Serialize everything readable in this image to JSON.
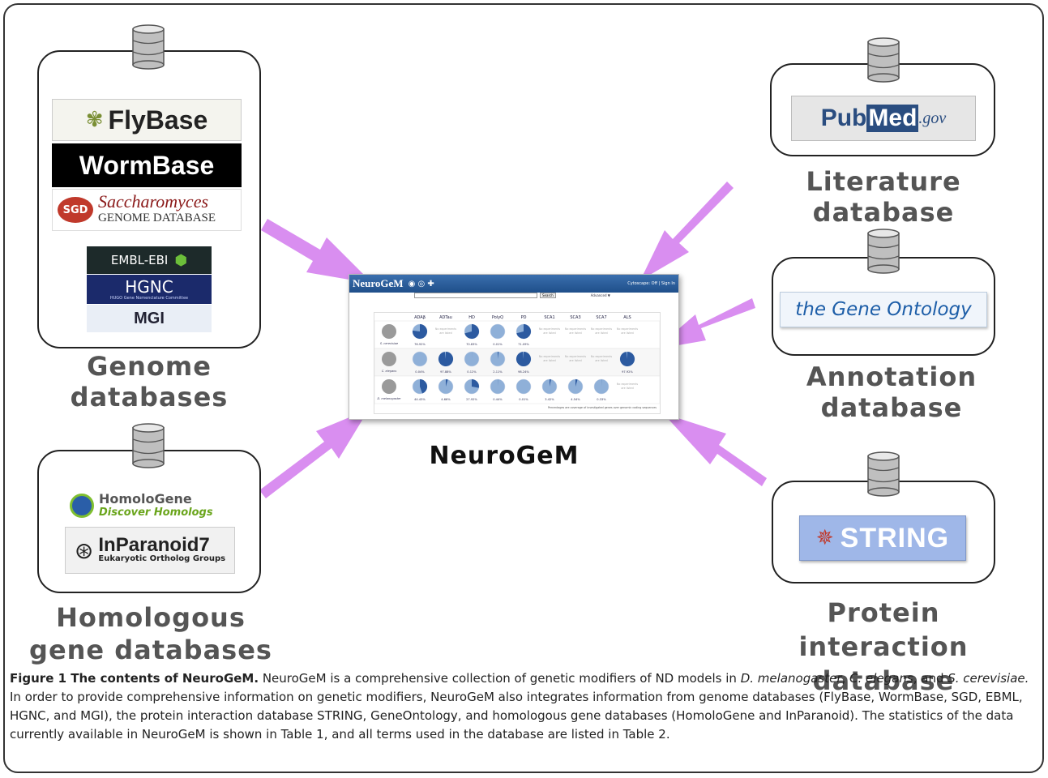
{
  "labels": {
    "genome": "Genome databases",
    "homologous": "Homologous gene databases",
    "literature": "Literature database",
    "annotation": "Annotation database",
    "protein": "Protein interaction database",
    "center": "NeuroGeM"
  },
  "logos": {
    "flybase": "FlyBase",
    "wormbase": "WormBase",
    "sgd_badge": "SGD",
    "sgd_title": "Saccharomyces",
    "sgd_sub": "GENOME DATABASE",
    "embl": "EMBL-EBI",
    "hgnc": "HGNC",
    "hgnc_sub": "HUGO Gene Nomenclature Committee",
    "mgi": "MGI",
    "homologene": "HomoloGene",
    "homologene_sub": "Discover Homologs",
    "inparanoid": "InParanoid7",
    "inparanoid_sub": "Eukaryotic Ortholog Groups",
    "pubmed_a": "Pub",
    "pubmed_b": "Med",
    "pubmed_c": ".gov",
    "geneontology": "the Gene Ontology",
    "string": "STRING"
  },
  "screenshot": {
    "brand": "NeuroGeM",
    "search_button": "Search",
    "advanced": "Advanced ▼",
    "cytoscape": "Cytoscape: Off | Sign In",
    "columns": [
      "ADAβ",
      "ADTau",
      "HD",
      "PolyQ",
      "PD",
      "SCA1",
      "SCA3",
      "SCA7",
      "ALS"
    ],
    "rows": [
      {
        "species": "S. cerevisiae",
        "cells": [
          "76.92%",
          "No experiments are listed",
          "70.83%",
          "0.01%",
          "71.09%",
          "No experiments are listed",
          "No experiments are listed",
          "No experiments are listed",
          "No experiments are listed"
        ]
      },
      {
        "species": "C. elegans",
        "cells": [
          "0.04%",
          "97.88%",
          "0.12%",
          "2.11%",
          "98.24%",
          "No experiments are listed",
          "No experiments are listed",
          "No experiments are listed",
          "97.92%"
        ]
      },
      {
        "species": "D. melanogaster",
        "cells": [
          "44.43%",
          "4.66%",
          "27.92%",
          "0.44%",
          "0.01%",
          "3.42%",
          "4.54%",
          "0.33%",
          "No experiments are listed"
        ]
      }
    ],
    "footnote": "Percentages are coverage of investigated genes over genomic coding sequences"
  },
  "caption": {
    "title": "Figure 1 The contents of NeuroGeM.",
    "body_1": " NeuroGeM is a comprehensive collection of genetic modifiers of ND models in ",
    "species_1": "D. melanogaster",
    "sep_1": ", ",
    "species_2": "C. elegans",
    "sep_2": ", and ",
    "species_3": "S. cerevisiae.",
    "body_2": " In order to provide comprehensive information on genetic modifiers, NeuroGeM also integrates information from genome databases (FlyBase, WormBase, SGD, EBML, HGNC, and MGI), the protein interaction database STRING, GeneOntology, and homologous gene databases (HomoloGene and InParanoid). The statistics of the data currently available in NeuroGeM is shown in Table 1, and all terms used in the database are listed in Table 2."
  },
  "colors": {
    "arrow": "#d98ef0",
    "label_gray": "#555555",
    "pie_dark": "#2c5aa0",
    "pie_light": "#8fb0d8"
  }
}
